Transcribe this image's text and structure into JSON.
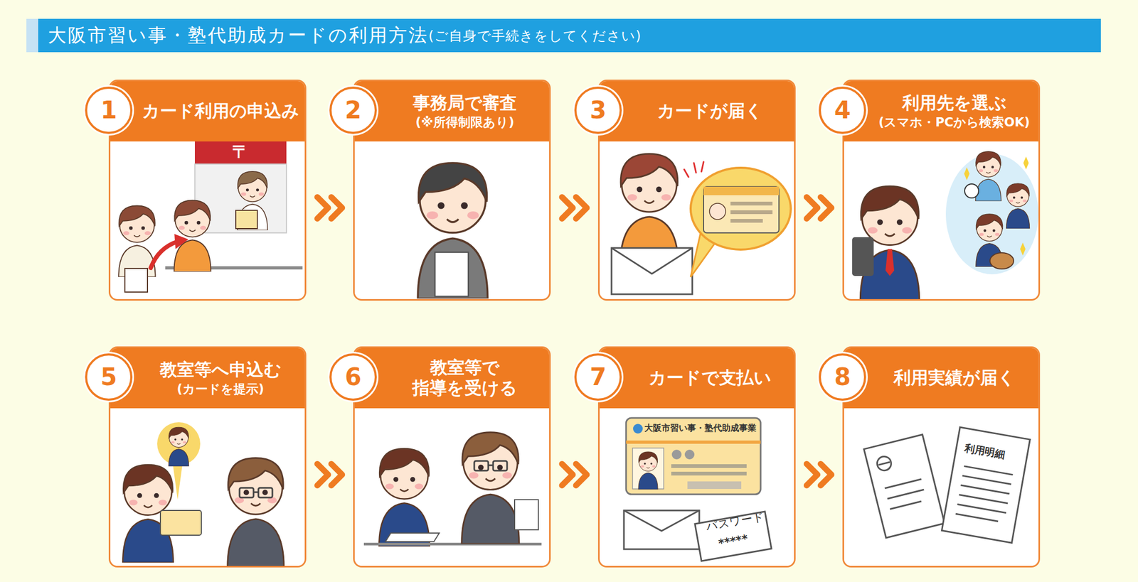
{
  "diagram": {
    "title": "大阪市習い事・塾代助成カードの利用方法",
    "nodes": [
      {
        "text": [
          "カード利用の申込み"
        ]
      },
      {
        "text": [
          "1"
        ],
        "in": 0
      },
      {
        "text": [
          "事務局で審査",
          "(※所得制限あり)"
        ]
      },
      {
        "text": [
          "2"
        ],
        "in": 2
      },
      {
        "text": [
          "カードが届く"
        ]
      },
      {
        "text": [
          "3"
        ],
        "in": 4
      },
      {
        "text": [
          "利用先を選ぶ",
          "(スマホ・PCから検索OK)"
        ]
      },
      {
        "text": [
          "4"
        ],
        "in": 6
      },
      {
        "text": [
          "教室等へ申込む",
          "(カードを提示)"
        ]
      },
      {
        "text": [
          "5"
        ],
        "in": 8
      },
      {
        "text": [
          "教室等で 指導を受ける"
        ]
      },
      {
        "text": [
          "6"
        ],
        "in": 10
      },
      {
        "text": [
          "カードで支払い"
        ]
      },
      {
        "text": [
          "7"
        ],
        "in": 12
      },
      {
        "text": [
          "利用実績が届く"
        ]
      },
      {
        "text": [
          "8"
        ],
        "in": 14
      }
    ],
    "edges": [
      {
        "from": 0,
        "to": 2,
        "arrow": "to"
      },
      {
        "from": 2,
        "to": 4,
        "arrow": "to"
      },
      {
        "from": 4,
        "to": 6,
        "arrow": "to"
      },
      {
        "from": 8,
        "to": 10,
        "arrow": "to"
      },
      {
        "from": 10,
        "to": 12,
        "arrow": "to"
      },
      {
        "from": 12,
        "to": 14,
        "arrow": "to"
      }
    ],
    "labels": [
      "(ご自身で手続きをしてください)",
      "〒",
      "大阪市習い事・塾代助成事業",
      "パスワード",
      "*****",
      "利用明細"
    ]
  }
}
